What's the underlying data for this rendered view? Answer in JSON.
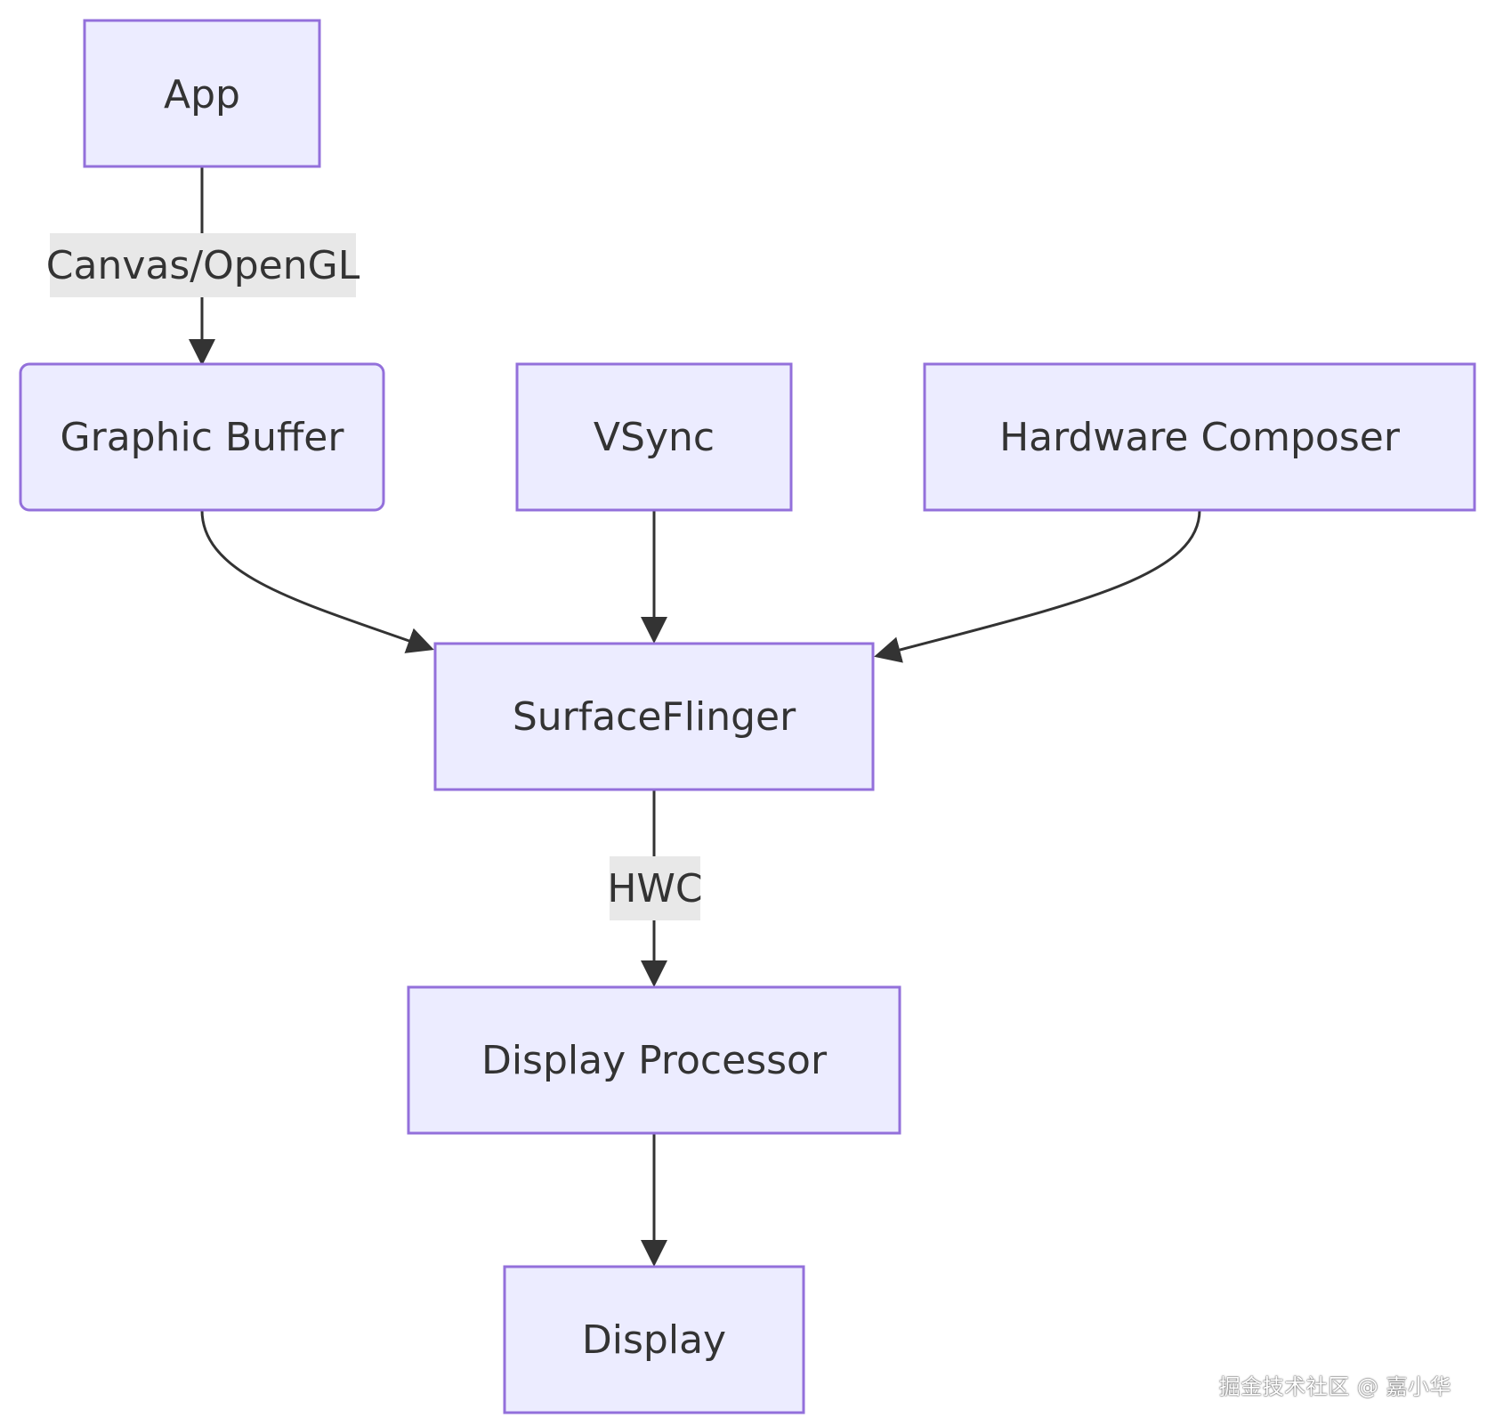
{
  "nodes": {
    "app": "App",
    "graphic_buffer": "Graphic Buffer",
    "vsync": "VSync",
    "hardware_composer": "Hardware Composer",
    "surfaceflinger": "SurfaceFlinger",
    "display_processor": "Display Processor",
    "display": "Display"
  },
  "edge_labels": {
    "app_to_buffer": "Canvas/OpenGL",
    "surfaceflinger_to_processor": "HWC"
  },
  "watermark": "掘金技术社区 @ 嘉小华",
  "colors": {
    "node_fill": "#ececff",
    "node_stroke": "#9370db",
    "edge": "#333333",
    "edge_label_bg": "#e8e8e8",
    "text": "#333333"
  }
}
